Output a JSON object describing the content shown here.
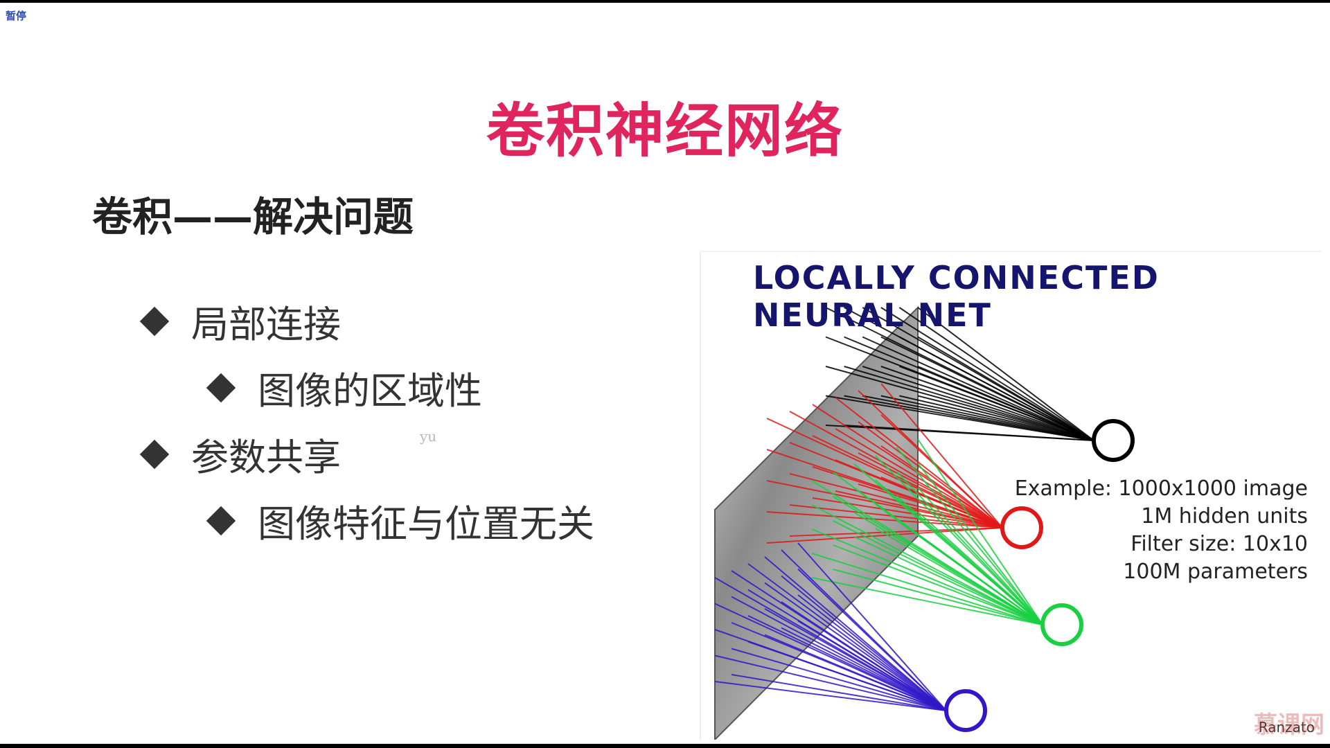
{
  "pause_badge": "暂停",
  "title": "卷积神经网络",
  "subtitle": "卷积——解决问题",
  "bullets": [
    {
      "text": "局部连接",
      "level": 1
    },
    {
      "text": "图像的区域性",
      "level": 2
    },
    {
      "text": "参数共享",
      "level": 1
    },
    {
      "text": "图像特征与位置无关",
      "level": 2
    }
  ],
  "annotation": "yu",
  "figure": {
    "title": "LOCALLY CONNECTED NEURAL NET",
    "example_lines": [
      "Example: 1000x1000 image",
      "1M hidden units",
      "Filter size: 10x10",
      "100M parameters"
    ],
    "credit": "Ranzato",
    "unit_colors": [
      "#000000",
      "#e01818",
      "#18d040",
      "#3018c8"
    ]
  },
  "watermark": "慕课网"
}
